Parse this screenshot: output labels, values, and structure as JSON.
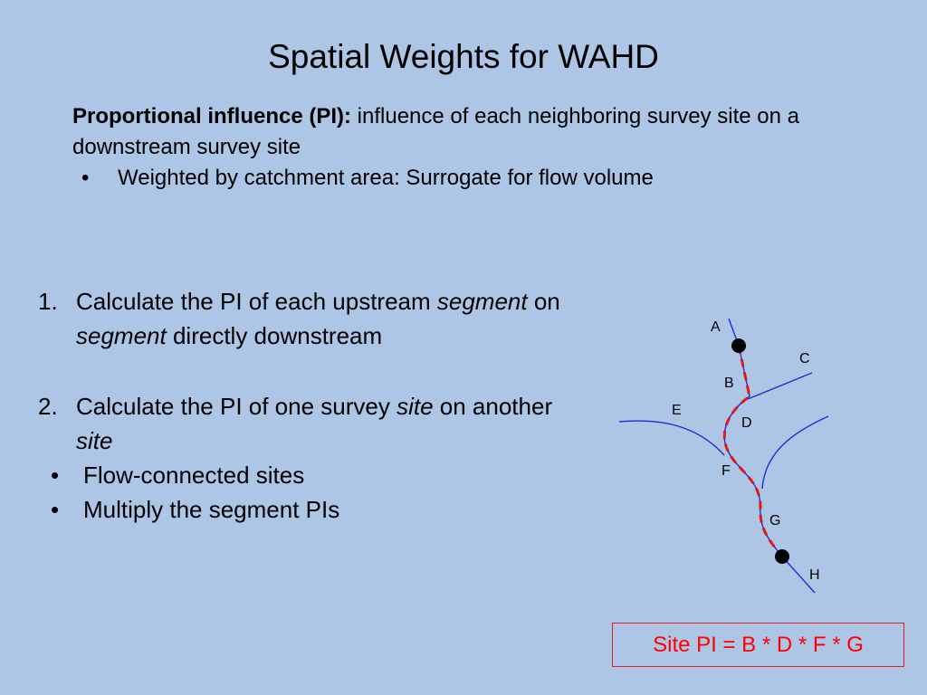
{
  "title": "Spatial Weights for WAHD",
  "intro": {
    "term": "Proportional influence (PI):",
    "definition": " influence of each neighboring survey site on a downstream survey site",
    "bullet": "Weighted by catchment area: Surrogate for flow volume",
    "bullet_marker": "•"
  },
  "steps": [
    {
      "number": "1.",
      "parts": [
        "Calculate the PI of each upstream ",
        "segment",
        " on ",
        "segment",
        " directly downstream"
      ]
    },
    {
      "number": "2.",
      "parts": [
        "Calculate the PI of one survey ",
        "site",
        " on another ",
        "site"
      ],
      "subitems": [
        "Flow-connected sites",
        "Multiply the segment PIs"
      ]
    }
  ],
  "diagram": {
    "labels": [
      "A",
      "B",
      "C",
      "D",
      "E",
      "F",
      "G",
      "H"
    ],
    "colors": {
      "stream": "#1a2fd8",
      "path": "#e01818",
      "site": "#000000"
    }
  },
  "formula": "Site PI = B * D * F * G"
}
